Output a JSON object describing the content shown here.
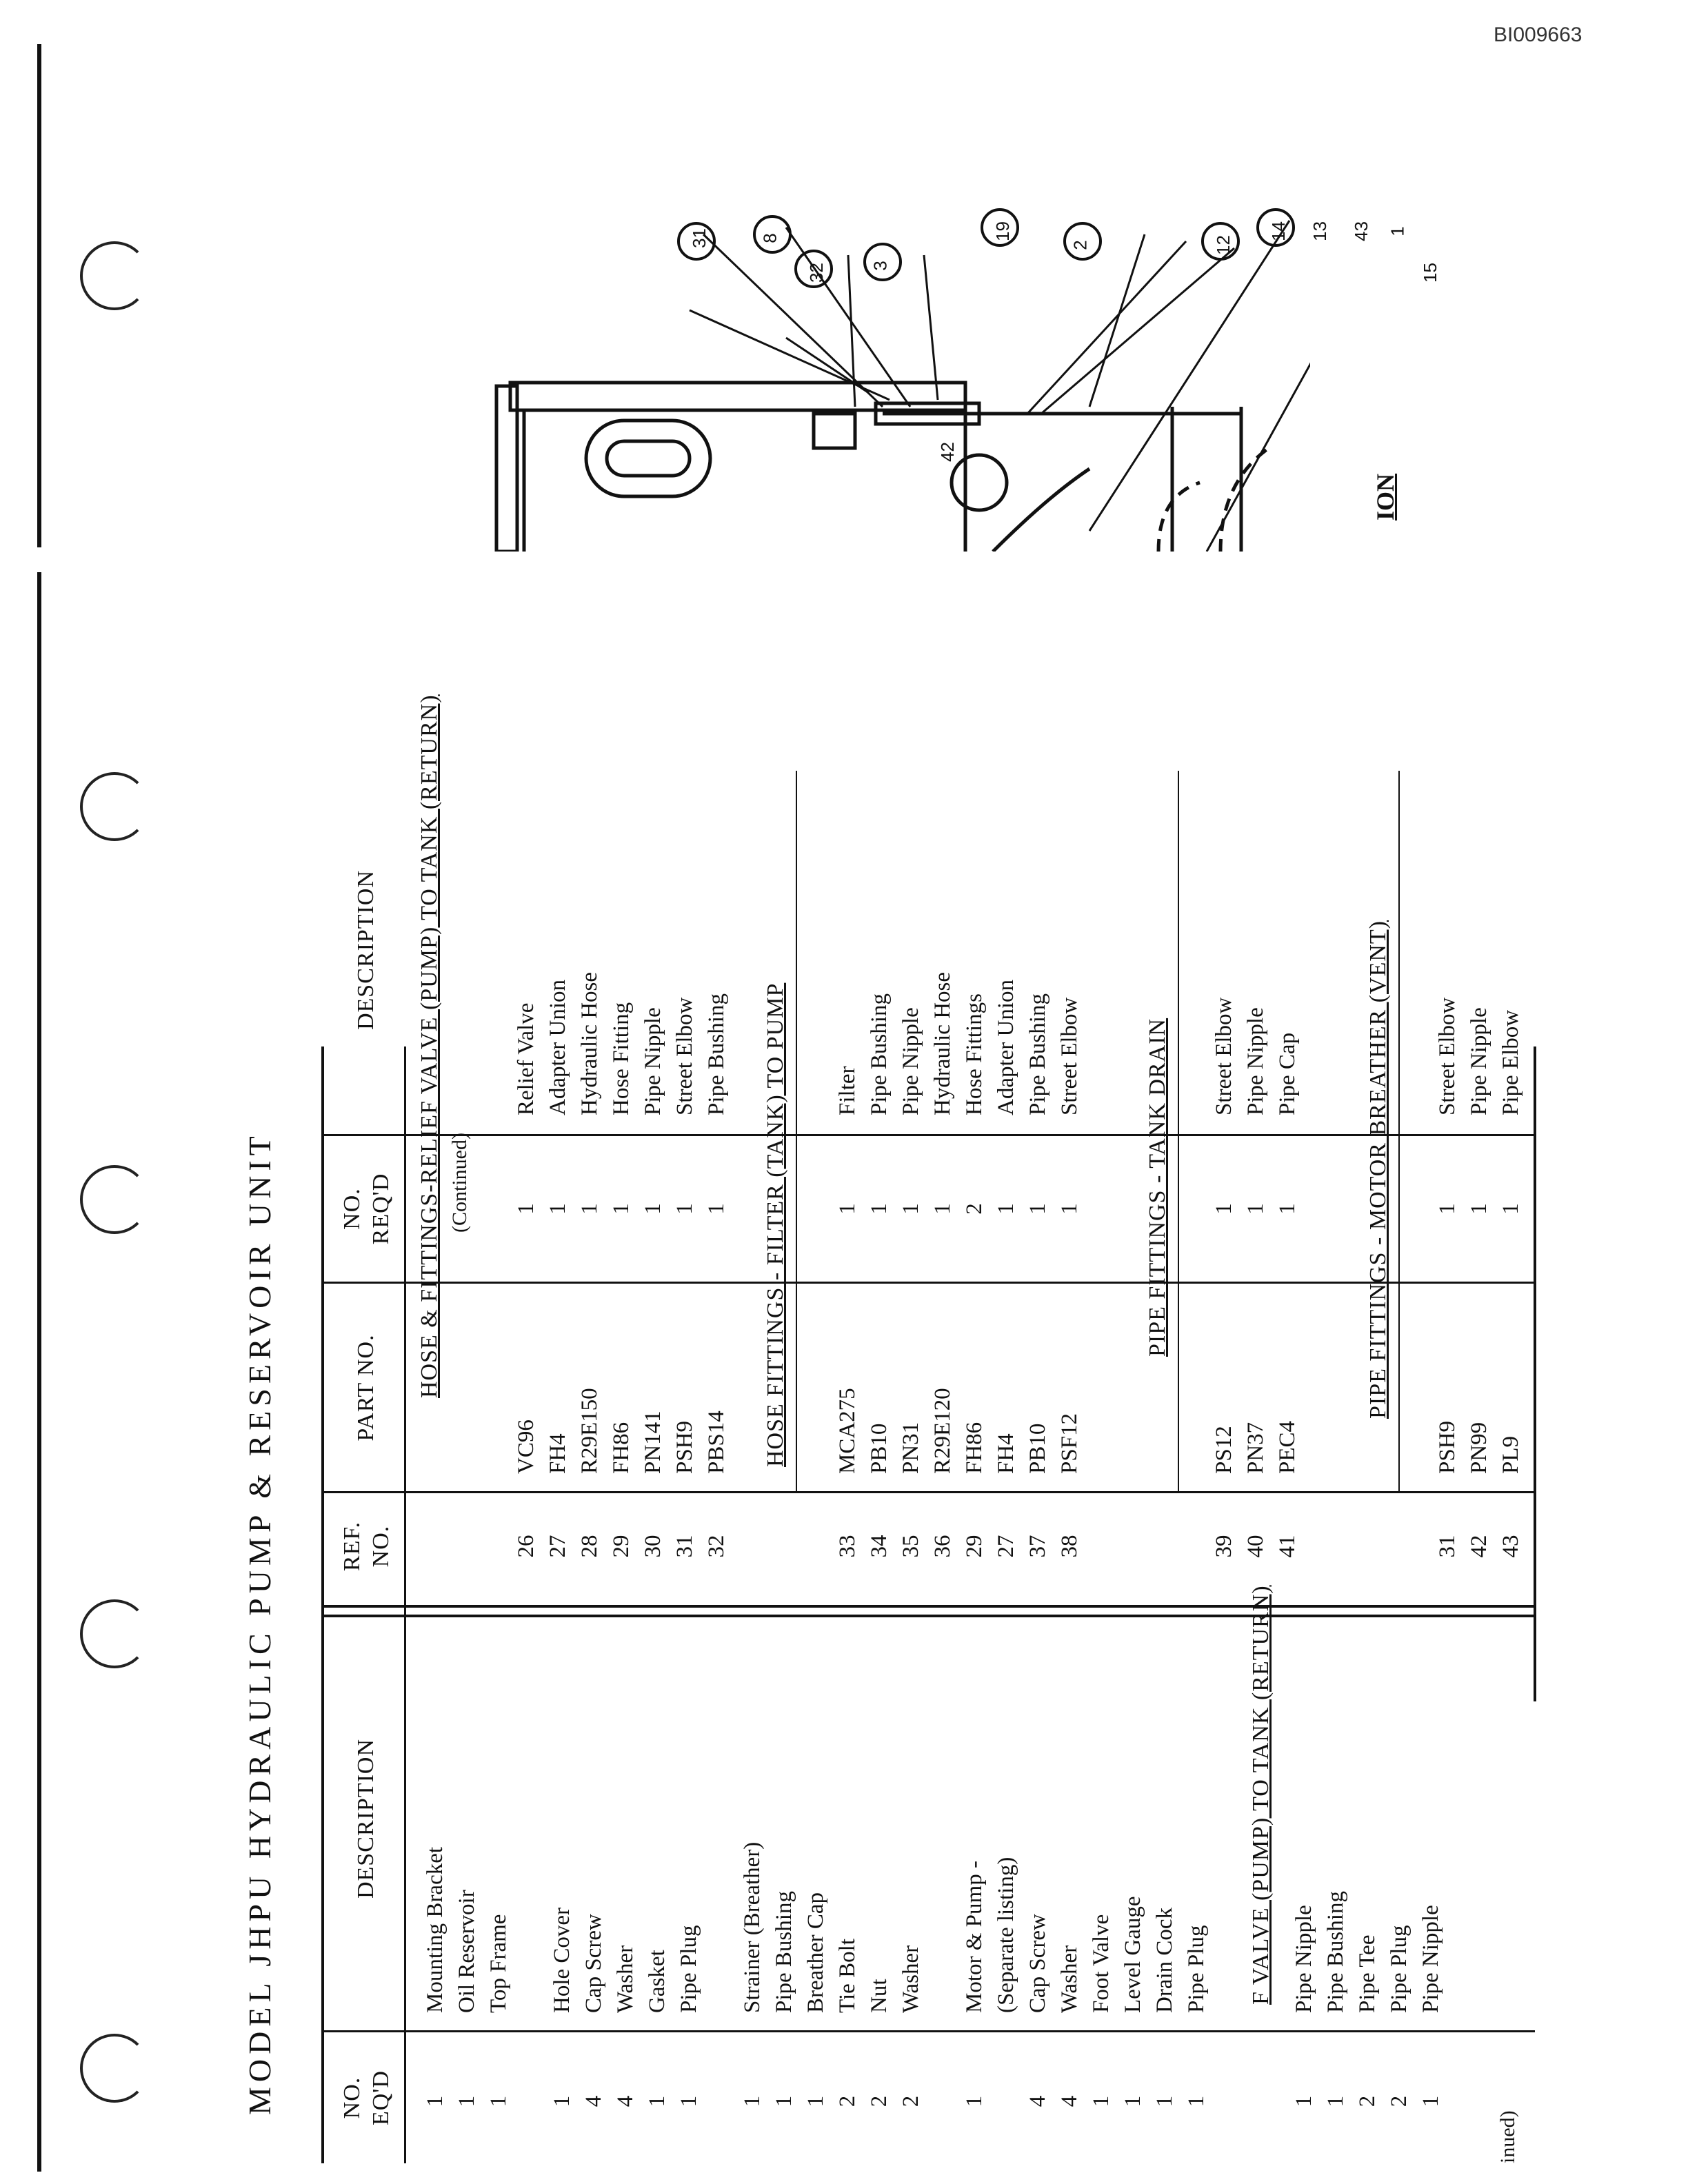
{
  "document_id": "BI009663",
  "title": "MODEL JHPU HYDRAULIC PUMP & RESERVOIR UNIT",
  "headers": {
    "ref_no": [
      "REF.",
      "NO."
    ],
    "part_no": "PART NO.",
    "no_reqd": [
      "NO.",
      "REQ'D"
    ],
    "description": "DESCRIPTION",
    "no_reqd_left_clipped": [
      "NO.",
      "EQ'D"
    ]
  },
  "left_column": {
    "rows": [
      {
        "qty": "1",
        "desc": "Mounting Bracket"
      },
      {
        "qty": "1",
        "desc": "Oil Reservoir"
      },
      {
        "qty": "1",
        "desc": "Top Frame"
      },
      {
        "qty": "",
        "desc": ""
      },
      {
        "qty": "1",
        "desc": "Hole Cover"
      },
      {
        "qty": "4",
        "desc": "Cap Screw"
      },
      {
        "qty": "4",
        "desc": "Washer"
      },
      {
        "qty": "1",
        "desc": "Gasket"
      },
      {
        "qty": "1",
        "desc": "Pipe Plug"
      },
      {
        "qty": "",
        "desc": ""
      },
      {
        "qty": "1",
        "desc": "Strainer (Breather)"
      },
      {
        "qty": "1",
        "desc": "Pipe Bushing"
      },
      {
        "qty": "1",
        "desc": "Breather Cap"
      },
      {
        "qty": "2",
        "desc": "Tie Bolt"
      },
      {
        "qty": "2",
        "desc": "Nut"
      },
      {
        "qty": "2",
        "desc": "Washer"
      },
      {
        "qty": "",
        "desc": ""
      },
      {
        "qty": "1",
        "desc": "Motor & Pump -"
      },
      {
        "qty": "",
        "desc": "(Separate listing)"
      },
      {
        "qty": "4",
        "desc": "Cap Screw"
      },
      {
        "qty": "4",
        "desc": "Washer"
      },
      {
        "qty": "1",
        "desc": "Foot Valve"
      },
      {
        "qty": "1",
        "desc": "Level Gauge"
      },
      {
        "qty": "1",
        "desc": "Drain Cock"
      },
      {
        "qty": "1",
        "desc": "Pipe Plug"
      }
    ],
    "section_clipped": "F VALVE (PUMP) TO TANK (RETURN)",
    "rows2": [
      {
        "qty": "1",
        "desc": "Pipe Nipple"
      },
      {
        "qty": "1",
        "desc": "Pipe Bushing"
      },
      {
        "qty": "2",
        "desc": "Pipe Tee"
      },
      {
        "qty": "2",
        "desc": "Pipe Plug"
      },
      {
        "qty": "1",
        "desc": "Pipe Nipple"
      }
    ],
    "continued_clipped": "inued)"
  },
  "right_column": {
    "section1": "HOSE & FITTINGS-RELIEF VALVE (PUMP) TO TANK (RETURN)",
    "section1_continued": "(Continued)",
    "rows1": [
      {
        "ref": "26",
        "part": "VC96",
        "qty": "1",
        "desc": "Relief Valve"
      },
      {
        "ref": "27",
        "part": "FH4",
        "qty": "1",
        "desc": "Adapter Union"
      },
      {
        "ref": "28",
        "part": "R29E150",
        "qty": "1",
        "desc": "Hydraulic Hose"
      },
      {
        "ref": "29",
        "part": "FH86",
        "qty": "1",
        "desc": "Hose Fitting"
      },
      {
        "ref": "30",
        "part": "PN141",
        "qty": "1",
        "desc": "Pipe Nipple"
      },
      {
        "ref": "31",
        "part": "PSH9",
        "qty": "1",
        "desc": "Street Elbow"
      },
      {
        "ref": "32",
        "part": "PBS14",
        "qty": "1",
        "desc": "Pipe Bushing"
      }
    ],
    "section2": "HOSE FITTINGS - FILTER (TANK) TO PUMP",
    "rows2": [
      {
        "ref": "33",
        "part": "MCA275",
        "qty": "1",
        "desc": "Filter"
      },
      {
        "ref": "34",
        "part": "PB10",
        "qty": "1",
        "desc": "Pipe Bushing"
      },
      {
        "ref": "35",
        "part": "PN31",
        "qty": "1",
        "desc": "Pipe Nipple"
      },
      {
        "ref": "36",
        "part": "R29E120",
        "qty": "1",
        "desc": "Hydraulic Hose"
      },
      {
        "ref": "29",
        "part": "FH86",
        "qty": "2",
        "desc": "Hose Fittings"
      },
      {
        "ref": "27",
        "part": "FH4",
        "qty": "1",
        "desc": "Adapter Union"
      },
      {
        "ref": "37",
        "part": "PB10",
        "qty": "1",
        "desc": "Pipe Bushing"
      },
      {
        "ref": "38",
        "part": "PSF12",
        "qty": "1",
        "desc": "Street Elbow"
      }
    ],
    "section3": "PIPE FITTINGS - TANK DRAIN",
    "rows3": [
      {
        "ref": "39",
        "part": "PS12",
        "qty": "1",
        "desc": "Street Elbow"
      },
      {
        "ref": "40",
        "part": "PN37",
        "qty": "1",
        "desc": "Pipe Nipple"
      },
      {
        "ref": "41",
        "part": "PEC4",
        "qty": "1",
        "desc": "Pipe Cap"
      }
    ],
    "section4": "PIPE FITTINGS - MOTOR BREATHER (VENT)",
    "rows4": [
      {
        "ref": "31",
        "part": "PSH9",
        "qty": "1",
        "desc": "Street Elbow"
      },
      {
        "ref": "42",
        "part": "PN99",
        "qty": "1",
        "desc": "Pipe Nipple"
      },
      {
        "ref": "43",
        "part": "PL9",
        "qty": "1",
        "desc": "Pipe Elbow"
      }
    ]
  },
  "diagram": {
    "callouts": [
      "31",
      "8",
      "32",
      "3",
      "19",
      "2",
      "12",
      "14",
      "13",
      "43",
      "1",
      "15",
      "42"
    ],
    "caption_clipped": "ION"
  }
}
